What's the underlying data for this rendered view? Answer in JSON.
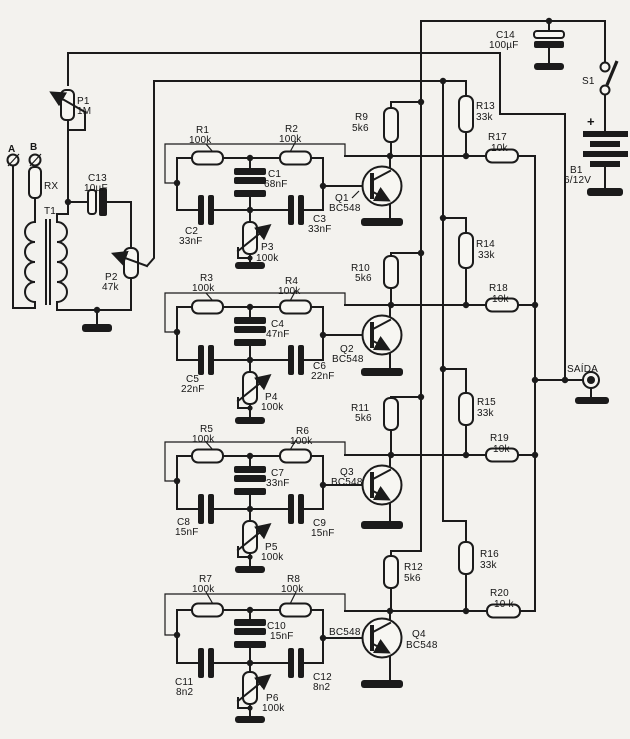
{
  "circuit": {
    "output_label": "SAÍDA",
    "terminals": {
      "a": "A",
      "b": "B"
    },
    "misc": {
      "rx": "RX",
      "transformer": "T1",
      "switch": "S1",
      "battery_ref": "B1",
      "battery_value": "6/12V",
      "battery_plus": "+",
      "q4_left_label": "BC548"
    },
    "pots": [
      {
        "ref": "P1",
        "value": "1M"
      },
      {
        "ref": "P2",
        "value": "47k"
      },
      {
        "ref": "P3",
        "value": "100k"
      },
      {
        "ref": "P4",
        "value": "100k"
      },
      {
        "ref": "P5",
        "value": "100k"
      },
      {
        "ref": "P6",
        "value": "100k"
      }
    ],
    "resistors": [
      {
        "ref": "R1",
        "value": "100k"
      },
      {
        "ref": "R2",
        "value": "100k"
      },
      {
        "ref": "R3",
        "value": "100k"
      },
      {
        "ref": "R4",
        "value": "100k"
      },
      {
        "ref": "R5",
        "value": "100k"
      },
      {
        "ref": "R6",
        "value": "100k"
      },
      {
        "ref": "R7",
        "value": "100k"
      },
      {
        "ref": "R8",
        "value": "100k"
      },
      {
        "ref": "R9",
        "value": "5k6"
      },
      {
        "ref": "R10",
        "value": "5k6"
      },
      {
        "ref": "R11",
        "value": "5k6"
      },
      {
        "ref": "R12",
        "value": "5k6"
      },
      {
        "ref": "R13",
        "value": "33k"
      },
      {
        "ref": "R14",
        "value": "33k"
      },
      {
        "ref": "R15",
        "value": "33k"
      },
      {
        "ref": "R16",
        "value": "33k"
      },
      {
        "ref": "R17",
        "value": "10k"
      },
      {
        "ref": "R18",
        "value": "10k"
      },
      {
        "ref": "R19",
        "value": "10k"
      },
      {
        "ref": "R20",
        "value": "10 k"
      }
    ],
    "capacitors": [
      {
        "ref": "C1",
        "value": "68nF"
      },
      {
        "ref": "C2",
        "value": "33nF"
      },
      {
        "ref": "C3",
        "value": "33nF"
      },
      {
        "ref": "C4",
        "value": "47nF"
      },
      {
        "ref": "C5",
        "value": "22nF"
      },
      {
        "ref": "C6",
        "value": "22nF"
      },
      {
        "ref": "C7",
        "value": "33nF"
      },
      {
        "ref": "C8",
        "value": "15nF"
      },
      {
        "ref": "C9",
        "value": "15nF"
      },
      {
        "ref": "C10",
        "value": "15nF"
      },
      {
        "ref": "C11",
        "value": "8n2"
      },
      {
        "ref": "C12",
        "value": "8n2"
      },
      {
        "ref": "C13",
        "value": "10µF"
      },
      {
        "ref": "C14",
        "value": "100µF"
      }
    ],
    "transistors": [
      {
        "ref": "Q1",
        "value": "BC548"
      },
      {
        "ref": "Q2",
        "value": "BC548"
      },
      {
        "ref": "Q3",
        "value": "BC548"
      },
      {
        "ref": "Q4",
        "value": "BC548"
      }
    ]
  }
}
